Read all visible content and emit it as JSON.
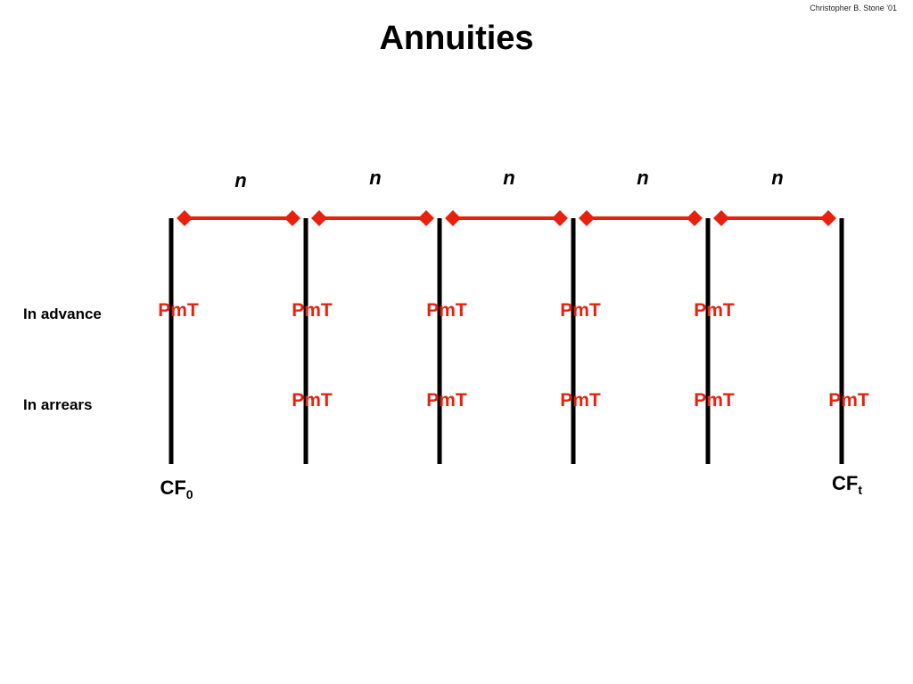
{
  "header": {
    "copyright": "Christopher B. Stone '01",
    "title": "Annuities"
  },
  "timeline": {
    "period_label": "n",
    "periods": 5,
    "line_color": "#e8210f",
    "tick_color": "#000000"
  },
  "rows": {
    "advance": {
      "label": "In advance",
      "payments": [
        "PmT",
        "PmT",
        "PmT",
        "PmT",
        "PmT"
      ]
    },
    "arrears": {
      "label": "In arrears",
      "payments": [
        "PmT",
        "PmT",
        "PmT",
        "PmT",
        "PmT"
      ]
    }
  },
  "cashflows": {
    "start": {
      "base": "CF",
      "subscript": "0"
    },
    "end": {
      "base": "CF",
      "subscript": "t"
    }
  }
}
